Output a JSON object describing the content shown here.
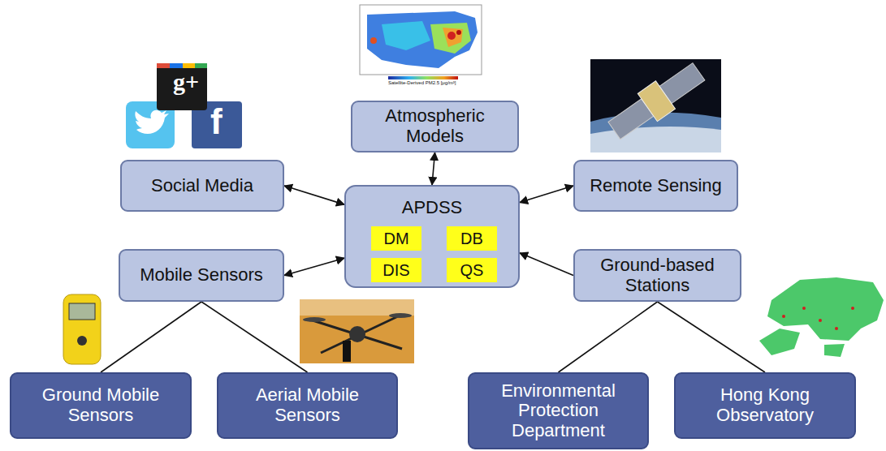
{
  "diagram": {
    "nodes": [
      {
        "text": [
          "Atmospheric Models"
        ]
      },
      {
        "text": [
          "Social Media"
        ]
      },
      {
        "text": [
          "Remote Sensing"
        ]
      },
      {
        "text": [
          "APDSS"
        ]
      },
      {
        "text": [
          "DM"
        ],
        "in": 3
      },
      {
        "text": [
          "DB"
        ],
        "in": 3
      },
      {
        "text": [
          "DIS"
        ],
        "in": 3
      },
      {
        "text": [
          "QS"
        ],
        "in": 3
      },
      {
        "text": [
          "Mobile Sensors"
        ]
      },
      {
        "text": [
          "Ground-based Stations"
        ]
      },
      {
        "text": [
          "Ground Mobile Sensors"
        ]
      },
      {
        "text": [
          "Aerial Mobile Sensors"
        ]
      },
      {
        "text": [
          "Environmental Protection Department"
        ]
      },
      {
        "text": [
          "Hong Kong Observatory"
        ]
      }
    ],
    "edges": [
      {
        "from": 0,
        "to": 3,
        "arrow": "both"
      },
      {
        "from": 1,
        "to": 3,
        "arrow": "both"
      },
      {
        "from": 2,
        "to": 3,
        "arrow": "both"
      },
      {
        "from": 8,
        "to": 3,
        "arrow": "both"
      },
      {
        "from": 9,
        "to": 3,
        "arrow": "to"
      },
      {
        "from": 8,
        "to": 10,
        "arrow": "none"
      },
      {
        "from": 8,
        "to": 11,
        "arrow": "none"
      },
      {
        "from": 9,
        "to": 12,
        "arrow": "none"
      },
      {
        "from": 9,
        "to": 13,
        "arrow": "none"
      }
    ],
    "labels": [
      "g+",
      "f",
      "Satellite-Derived PM2.5 [μg/m³]"
    ]
  }
}
